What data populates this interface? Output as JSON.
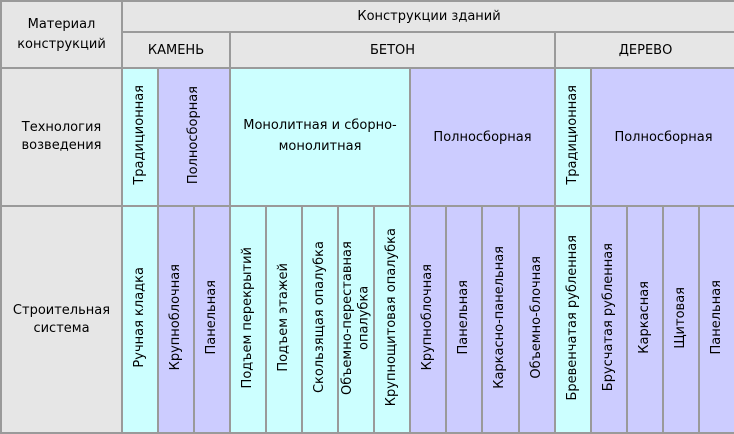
{
  "header": {
    "material_label_line1": "Материал",
    "material_label_line2": "конструкций",
    "title": "Конструкции зданий",
    "stone": "КАМЕНЬ",
    "concrete": "БЕТОН",
    "wood": "ДЕРЕВО"
  },
  "technology": {
    "label_line1": "Технология",
    "label_line2": "возведения",
    "stone_traditional": "Традиционная",
    "stone_prefab": "Полносборная",
    "concrete_monolithic_line1": "Монолитная и сборно-",
    "concrete_monolithic_line2": "монолитная",
    "concrete_prefab": "Полносборная",
    "wood_traditional": "Традиционная",
    "wood_prefab": "Полносборная"
  },
  "system": {
    "label_line1": "Строительная",
    "label_line2": "система",
    "items": [
      "Ручная кладка",
      "Крупноблочная",
      "Панельная",
      "Подъем перекрытий",
      "Подъем этажей",
      "Скользящая опалубка",
      "Объемно-переставная опалубка",
      "Крупнощитовая опалубка",
      "Крупноблочная",
      "Панельная",
      "Каркасно-панельная",
      "Объемно-блочная",
      "Бревенчатая рубленная",
      "Брусчатая рубленная",
      "Каркасная",
      "Щитовая",
      "Панельная"
    ]
  }
}
